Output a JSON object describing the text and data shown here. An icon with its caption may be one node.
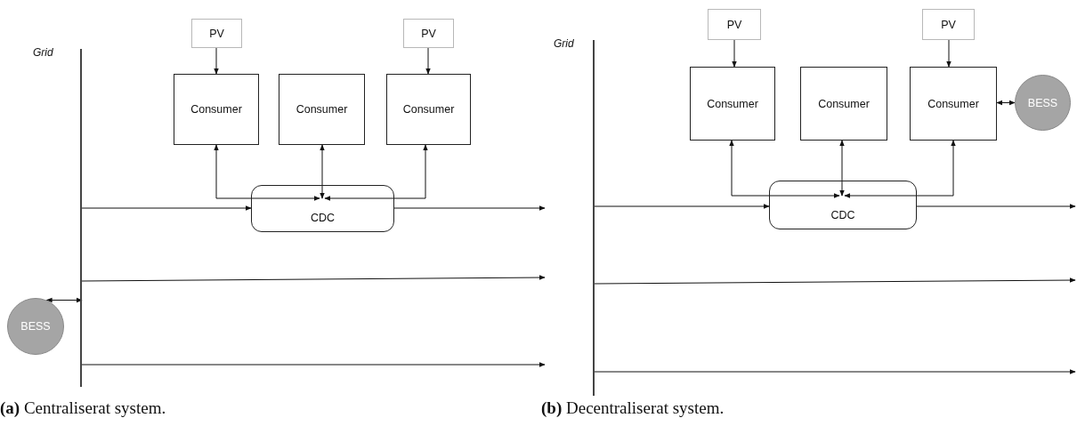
{
  "diagram": {
    "nodes": [
      {
        "text": [],
        "shape": "bar",
        "beside": [
          "Grid"
        ]
      },
      {
        "text": [
          "PV"
        ]
      },
      {
        "text": [
          "PV"
        ]
      },
      {
        "text": [
          "Consumer"
        ]
      },
      {
        "text": [
          "Consumer"
        ]
      },
      {
        "text": [
          "Consumer"
        ]
      },
      {
        "text": [
          "CDC"
        ]
      },
      {
        "text": [
          "BESS"
        ]
      },
      {
        "text": [],
        "shape": "bar",
        "beside": [
          "Grid"
        ]
      },
      {
        "text": [
          "PV"
        ]
      },
      {
        "text": [
          "PV"
        ]
      },
      {
        "text": [
          "Consumer"
        ]
      },
      {
        "text": [
          "Consumer"
        ]
      },
      {
        "text": [
          "Consumer"
        ]
      },
      {
        "text": [
          "CDC"
        ]
      },
      {
        "text": [
          "BESS"
        ]
      }
    ],
    "edges": [
      {
        "from": 1,
        "to": 3,
        "arrow": "to"
      },
      {
        "from": 2,
        "to": 5,
        "arrow": "to"
      },
      {
        "from": 6,
        "to": 3,
        "arrow": "both"
      },
      {
        "from": 6,
        "to": 4,
        "arrow": "both"
      },
      {
        "from": 6,
        "to": 5,
        "arrow": "both"
      },
      {
        "from": 0,
        "to": 6,
        "arrow": "to"
      },
      {
        "from": 6,
        "to": null,
        "arrow": "to"
      },
      {
        "from": 0,
        "to": null,
        "arrow": "to"
      },
      {
        "from": 7,
        "to": 0,
        "arrow": "both"
      },
      {
        "from": 0,
        "to": null,
        "arrow": "to"
      },
      {
        "from": 9,
        "to": 11,
        "arrow": "to"
      },
      {
        "from": 10,
        "to": 13,
        "arrow": "to"
      },
      {
        "from": 14,
        "to": 11,
        "arrow": "both"
      },
      {
        "from": 14,
        "to": 12,
        "arrow": "both"
      },
      {
        "from": 14,
        "to": 13,
        "arrow": "both"
      },
      {
        "from": 8,
        "to": 14,
        "arrow": "to"
      },
      {
        "from": 14,
        "to": null,
        "arrow": "to"
      },
      {
        "from": 8,
        "to": null,
        "arrow": "to"
      },
      {
        "from": 8,
        "to": null,
        "arrow": "to"
      },
      {
        "from": 13,
        "to": 15,
        "arrow": "both"
      }
    ],
    "labels": [
      "**(a)** Centraliserat system.",
      "**(b)** Decentraliserat system."
    ]
  }
}
